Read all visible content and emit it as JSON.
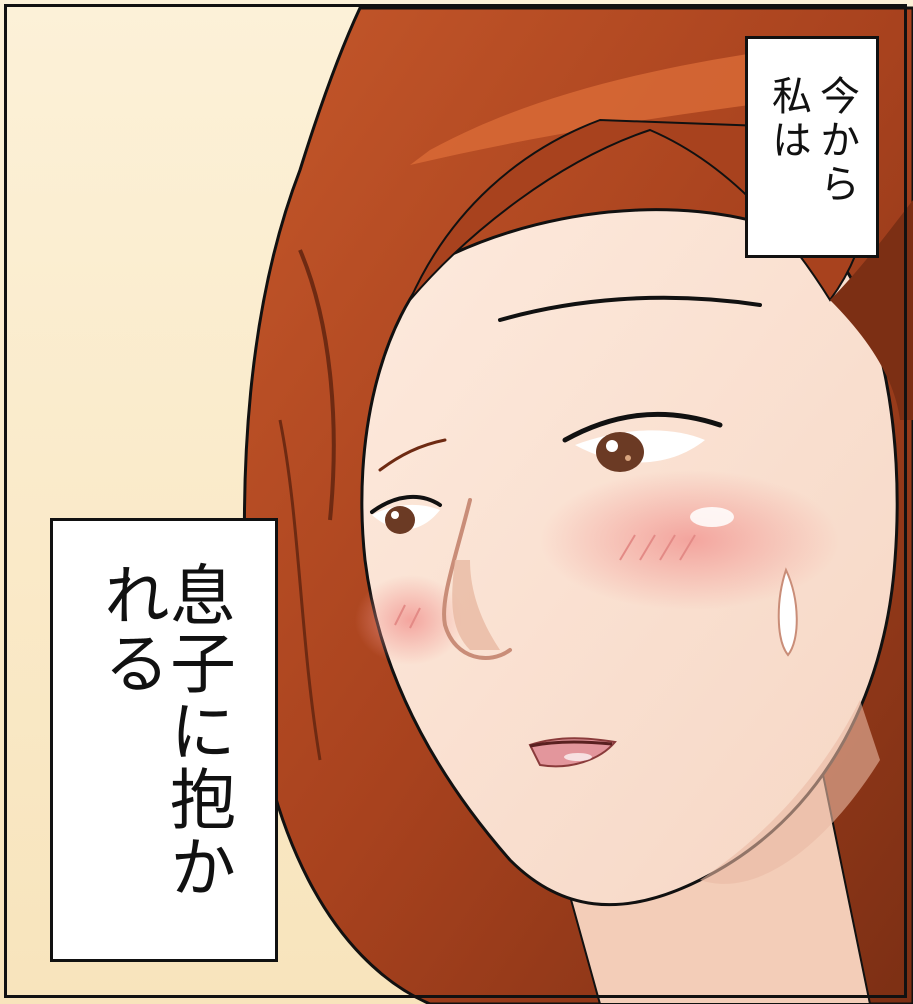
{
  "captions": {
    "top": {
      "lines": [
        "今から",
        "私は"
      ]
    },
    "left": {
      "lines": [
        "息子に抱かれる"
      ]
    }
  },
  "artwork": {
    "subject": "woman-face",
    "colors": {
      "background": "#fbeccb",
      "hair": "#a8421e",
      "hair_dark": "#6e2a12",
      "skin": "#fbe3d3",
      "skin_shadow": "#e9b9a3",
      "blush": "#f29a95",
      "eye": "#6b3a24",
      "lips": "#e3969c",
      "ink": "#111111"
    }
  }
}
